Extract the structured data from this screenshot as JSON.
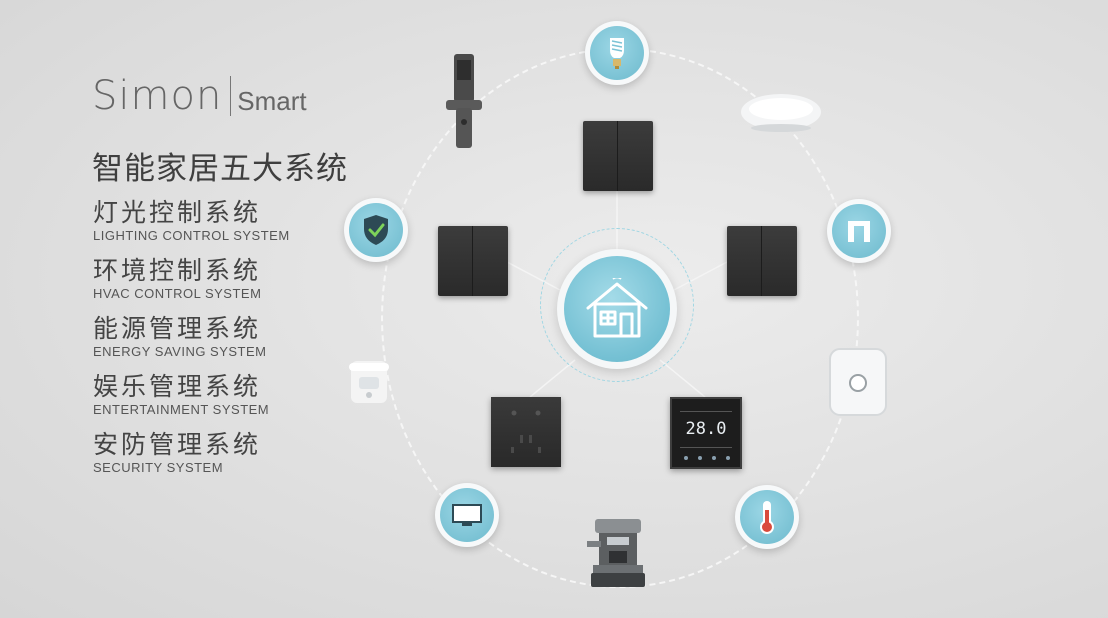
{
  "brand": {
    "name": "Simon",
    "sub": "Smart"
  },
  "headline": "智能家居五大系统",
  "systems": [
    {
      "zh": "灯光控制系统",
      "en": "LIGHTING CONTROL SYSTEM"
    },
    {
      "zh": "环境控制系统",
      "en": "HVAC CONTROL SYSTEM"
    },
    {
      "zh": "能源管理系统",
      "en": "ENERGY SAVING SYSTEM"
    },
    {
      "zh": "娱乐管理系统",
      "en": "ENTERTAINMENT SYSTEM"
    },
    {
      "zh": "安防管理系统",
      "en": "SECURITY SYSTEM"
    }
  ],
  "thermostat": {
    "readout": "28.0"
  },
  "colors": {
    "accent": "#74c0d3",
    "panel": "#2f2f2f",
    "text": "#444444"
  },
  "icons": [
    "smart-home-hub-icon",
    "light-bulb-icon",
    "shield-icon",
    "door-sensor-icon",
    "television-icon",
    "thermometer-icon"
  ]
}
